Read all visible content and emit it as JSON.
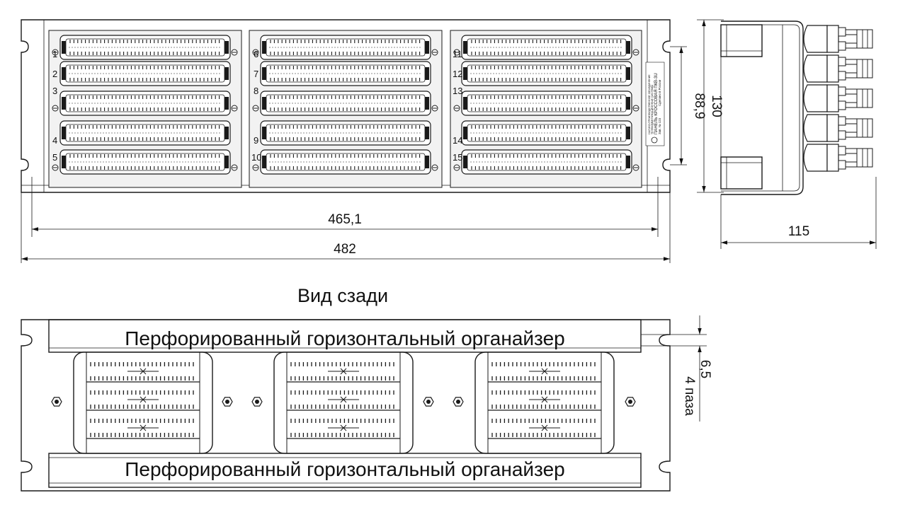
{
  "front_view": {
    "module_numbers": {
      "left": [
        "1",
        "2",
        "3",
        "4",
        "5"
      ],
      "middle": [
        "6",
        "7",
        "8",
        "9",
        "10"
      ],
      "right": [
        "11",
        "12",
        "13",
        "14",
        "15"
      ]
    },
    "nameplate": {
      "line1": "НАУЧНО-ПРОИЗВОДСТВЕННОЕ ОБЪЕДИНЕНИЕ",
      "line2": "ТЕЛЕКОММУНИКАЦИОННЫЕ СИСТЕМЫ",
      "title": "ПАНЕЛЬ КРОССОВАЯ ПКВ-3U",
      "made_in": "Сделано в России",
      "serial": "Зав. № 123"
    }
  },
  "dimensions": {
    "inner_width": "465,1",
    "outer_width": "482",
    "mount_height": "88,9",
    "total_height": "130",
    "depth": "115",
    "slot": "6,5",
    "slot_note": "4 паза"
  },
  "rear_view": {
    "title": "Вид сзади",
    "organizer_top": "Перфорированный горизонтальный органайзер",
    "organizer_bottom": "Перфорированный горизонтальный органайзер"
  },
  "colors": {
    "line": "#1a1a1a",
    "panel_fill": "#ececec",
    "background": "#ffffff"
  }
}
